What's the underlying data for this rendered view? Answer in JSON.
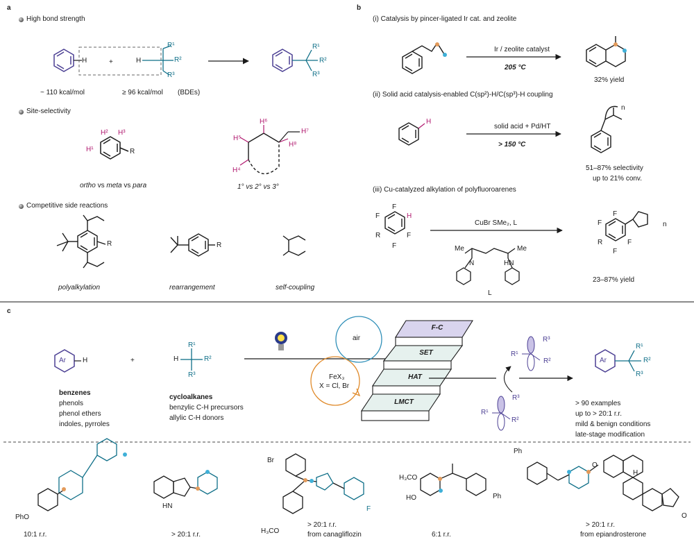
{
  "panel_a": {
    "label": "a",
    "bullets": [
      "High bond strength",
      "Site-selectivity",
      "Competitive side reactions"
    ],
    "bde_arene": "~ 110 kcal/mol",
    "bde_alkane": "≥ 96 kcal/mol",
    "bde_unit": "(BDEs)",
    "plus": "+",
    "H": "H",
    "R1": "R¹",
    "R2": "R²",
    "R3": "R³",
    "ring_H1": "H¹",
    "ring_H2": "H²",
    "ring_H3": "H³",
    "ring_R": "R",
    "cyc_H4": "H⁴",
    "cyc_H5": "H⁵",
    "cyc_H6": "H⁶",
    "cyc_H7": "H⁷",
    "cyc_H8": "H⁸",
    "ortho_caption_1": "ortho",
    "ortho_caption_2": " vs ",
    "ortho_caption_3": "meta",
    "ortho_caption_4": " vs ",
    "ortho_caption_5": "para",
    "degree_caption": "1° vs 2° vs 3°",
    "side_R": "R",
    "side_R2": "R",
    "side_labels": [
      "polyalkylation",
      "rearrangement",
      "self-coupling"
    ]
  },
  "panel_b": {
    "label": "b",
    "section_i": "(i) Catalysis by pincer-ligated Ir cat. and zeolite",
    "cond_i": "Ir / zeolite catalyst",
    "temp_i": "205 °C",
    "yield_i": "32% yield",
    "section_ii": "(ii) Solid acid catalysis-enabled C(sp²)-H/C(sp³)-H coupling",
    "cond_ii": "solid acid + Pd/HT",
    "temp_ii": "> 150 °C",
    "H_ii": "H",
    "n_ii": "n",
    "sel_ii": "51–87% selectivity",
    "conv_ii": "up to 21% conv.",
    "section_iii": "(iii) Cu-catalyzed alkylation of polyfluoroarenes",
    "cond_iii": "CuBr SMe₂, L",
    "F": "F",
    "R": "R",
    "H": "H",
    "n_iii": "n",
    "Me": "Me",
    "N": "N",
    "HN": "HN",
    "L": "L",
    "yield_iii": "23–87% yield"
  },
  "panel_c": {
    "label": "c",
    "Ar": "Ar",
    "H": "H",
    "plus": "+",
    "R1": "R¹",
    "R2": "R²",
    "R3": "R³",
    "arene_list": [
      "benzenes",
      "phenols",
      "phenol ethers",
      "indoles, pyrroles"
    ],
    "alkane_list": [
      "cycloalkanes",
      "benzylic C-H precursors",
      "allylic C-H donors"
    ],
    "air": "air",
    "fex3": "FeX₃",
    "x_def": "X = Cl, Br",
    "steps": [
      "F-C",
      "SET",
      "HAT",
      "LMCT"
    ],
    "results": [
      "> 90 examples",
      "up to > 20:1 r.r.",
      "mild & benign conditions",
      "late-stage modification"
    ],
    "examples": [
      {
        "sub": "PhO",
        "rr": "10:1 r.r.",
        "note": ""
      },
      {
        "sub": "HN",
        "rr": "> 20:1 r.r.",
        "note": ""
      },
      {
        "sub": "Br",
        "rr": "> 20:1 r.r.",
        "note": "from canagliflozin",
        "sub2": "H₃CO",
        "sub3": "F"
      },
      {
        "sub": "H₃CO",
        "rr": "6:1 r.r.",
        "note": "",
        "sub2": "HO",
        "sub3": "Ph"
      },
      {
        "sub": "Ph",
        "rr": "> 20:1 r.r.",
        "note": "from epiandrosterone",
        "sub2": "O",
        "sub3": "H",
        "sub4": "O"
      }
    ]
  },
  "colors": {
    "purple": "#4b3f93",
    "teal": "#0f6f88",
    "magenta": "#b0186e",
    "orange": "#e39a5a",
    "cyan": "#3fb0d8",
    "lavender": "#d9d4ee",
    "mint": "#e6f1ee"
  }
}
